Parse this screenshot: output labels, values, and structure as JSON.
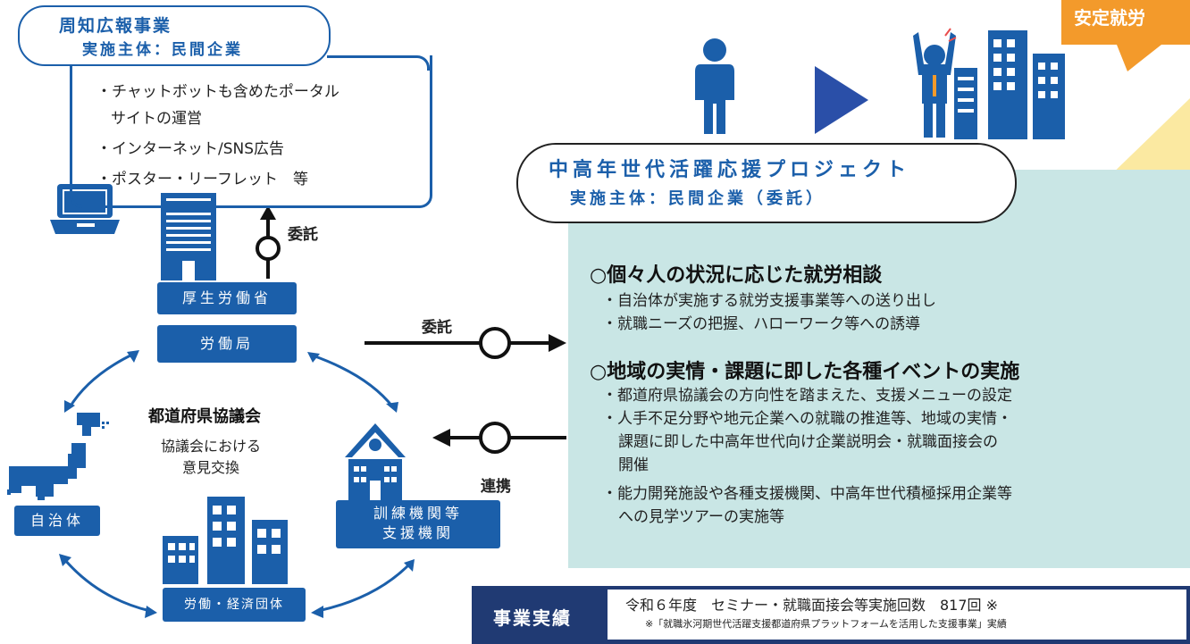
{
  "colors": {
    "accent": "#1b5faa",
    "teal_bg": "#c9e6e5",
    "orange": "#f39a2b",
    "navy": "#203a73",
    "yellow": "#fbe9a1"
  },
  "pr": {
    "title": "周知広報事業",
    "subtitle": "実施主体：民間企業",
    "items": [
      "・チャットボットも含めたポータル",
      "サイトの運営",
      "・インターネット/SNS広告",
      "・ポスター・リーフレット　等"
    ]
  },
  "labels": {
    "itaku_top": "委託",
    "itaku_mid": "委託",
    "renkei": "連携",
    "mhlw": "厚生労働省",
    "labor_bureau": "労働局",
    "council_title": "都道府県協議会",
    "council_desc_1": "協議会における",
    "council_desc_2": "意見交換",
    "municipality": "自治体",
    "training_1": "訓練機関等",
    "training_2": "支援機関",
    "economic": "労働・経済団体"
  },
  "badge": {
    "text": "安定就労"
  },
  "project": {
    "title": "中高年世代活躍応援プロジェクト",
    "subtitle": "実施主体：民間企業（委託）",
    "section1": {
      "heading": "○個々人の状況に応じた就労相談",
      "bullets": [
        "・自治体が実施する就労支援事業等への送り出し",
        "・就職ニーズの把握、ハローワーク等への誘導"
      ]
    },
    "section2": {
      "heading": "○地域の実情・課題に即した各種イベントの実施",
      "bullets": [
        "・都道府県協議会の方向性を踏まえた、支援メニューの設定",
        "・人手不足分野や地元企業への就職の推進等、地域の実情・",
        "課題に即した中高年世代向け企業説明会・就職面接会の",
        "開催",
        "・能力開発施設や各種支援機関、中高年世代積極採用企業等",
        "への見学ツアーの実施等"
      ]
    }
  },
  "results": {
    "label": "事業実績",
    "line1": "令和６年度　セミナー・就職面接会等実施回数　817回 ※",
    "line2": "※「就職氷河期世代活躍支援都道府県プラットフォームを活用した支援事業」実績"
  },
  "icons": [
    "laptop-icon",
    "office-building-icon",
    "person-icon",
    "play-arrow-icon",
    "cheering-worker-icon",
    "company-buildings-icon",
    "japan-map-icon",
    "school-building-icon"
  ]
}
